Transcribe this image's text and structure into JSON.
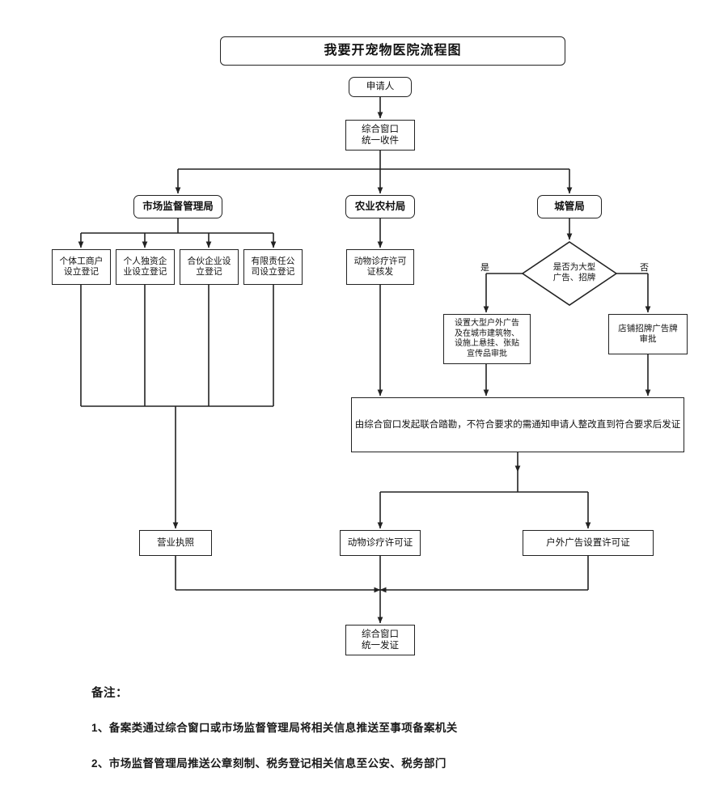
{
  "diagram": {
    "title": "我要开宠物医院流程图",
    "nodes": {
      "applicant": "申请人",
      "window_intake": "综合窗口\n统一收件",
      "dept_market": "市场监督管理局",
      "dept_agriculture": "农业农村局",
      "dept_urban": "城管局",
      "registration_1": "个体工商户\n设立登记",
      "registration_2": "个人独资企\n业设立登记",
      "registration_3": "合伙企业设\n立登记",
      "registration_4": "有限责任公\n司设立登记",
      "animal_permit_issue": "动物诊疗许可\n证核发",
      "decision_big_ad": "是否为大型\n广告、招牌",
      "big_outdoor_ad": "设置大型户外广告\n及在城市建筑物、\n设施上悬挂、张贴\n宣传品审批",
      "shop_sign_ad": "店铺招牌广告牌\n审批",
      "joint_inspection": "由综合窗口发起联合踏勘，不符合要求的需通知申请人整改直到符合要求后发证",
      "business_license": "营业执照",
      "animal_clinic_cert": "动物诊疗许可证",
      "outdoor_ad_cert": "户外广告设置许可证",
      "window_issue": "综合窗口\n统一发证"
    },
    "edge_labels": {
      "yes": "是",
      "no": "否"
    }
  },
  "notes": {
    "heading": "备注：",
    "items": [
      "1、备案类通过综合窗口或市场监督管理局将相关信息推送至事项备案机关",
      "2、市场监督管理局推送公章刻制、税务登记相关信息至公安、税务部门"
    ]
  },
  "colors": {
    "stroke": "#222222",
    "text": "#111111",
    "background": "#ffffff"
  }
}
